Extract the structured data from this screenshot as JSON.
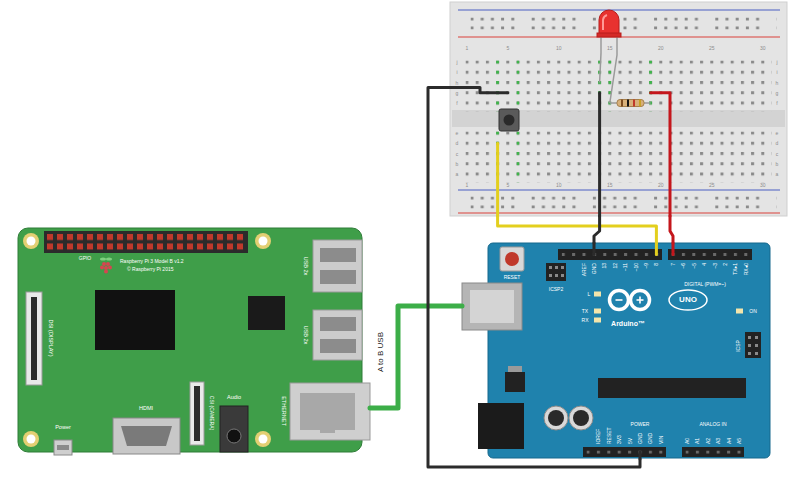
{
  "diagram": {
    "nodes": [
      {
        "text": [
          "1",
          "5",
          "10",
          "15",
          "20",
          "25",
          "30",
          "1",
          "5",
          "10",
          "15",
          "20",
          "25",
          "30",
          "j",
          "i",
          "h",
          "g",
          "f",
          "e",
          "d",
          "c",
          "b",
          "a",
          "j",
          "i",
          "h",
          "g",
          "f",
          "e",
          "d",
          "c",
          "b",
          "a"
        ]
      },
      {
        "text": [
          "GPIO",
          "Raspberry Pi 3 Model B v1.2",
          "© Raspberry Pi 2015",
          "USB 2x",
          "DSI (DISPLAY)",
          "USB 2x",
          "HDMI",
          "CSI (CAMERA)",
          "Audio",
          "ETHERNET",
          "Power"
        ]
      },
      {
        "text": [
          "RESET",
          "ICSP2",
          "L",
          "TX",
          "RX",
          "Arduino™",
          "UNO",
          "ON",
          "DIGITAL (PWM=~)",
          "AREF",
          "GND",
          "13",
          "12",
          "~11",
          "~10",
          "~9",
          "8",
          "7",
          "~6",
          "~5",
          "4",
          "~3",
          "2",
          "TX▸1",
          "RX◂0",
          "ICSP",
          "POWER",
          "ANALOG IN",
          "IOREF",
          "RESET",
          "3V3",
          "5V",
          "GND",
          "GND",
          "VIN",
          "A0",
          "A1",
          "A2",
          "A3",
          "A4",
          "A5"
        ]
      }
    ],
    "edges": [
      {
        "from": 1,
        "to": 2,
        "label": "A to B USB",
        "arrow": "none"
      },
      {
        "from": 0,
        "to": 2,
        "arrow": "none"
      },
      {
        "from": 0,
        "to": 2,
        "arrow": "none"
      },
      {
        "from": 0,
        "to": 2,
        "arrow": "none"
      },
      {
        "from": 0,
        "to": 2,
        "arrow": "none"
      }
    ]
  }
}
